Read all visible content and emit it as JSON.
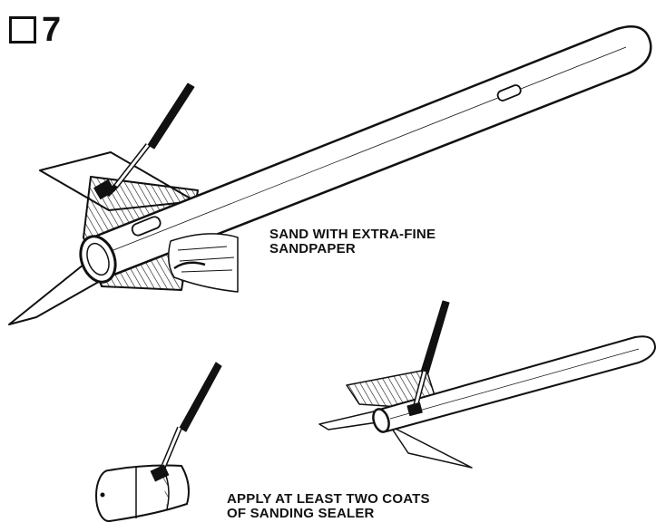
{
  "step": {
    "number": "7"
  },
  "captions": {
    "sand": [
      "SAND WITH EXTRA-FINE",
      "SANDPAPER"
    ],
    "sealer": [
      "APPLY AT LEAST TWO COATS",
      "OF SANDING SEALER"
    ]
  },
  "colors": {
    "ink": "#111111",
    "paper": "#ffffff"
  },
  "icons": [
    "checkbox-icon",
    "brush-icon",
    "sandpaper-icon",
    "rocket-body-icon",
    "fin-icon",
    "nose-cone-icon"
  ]
}
